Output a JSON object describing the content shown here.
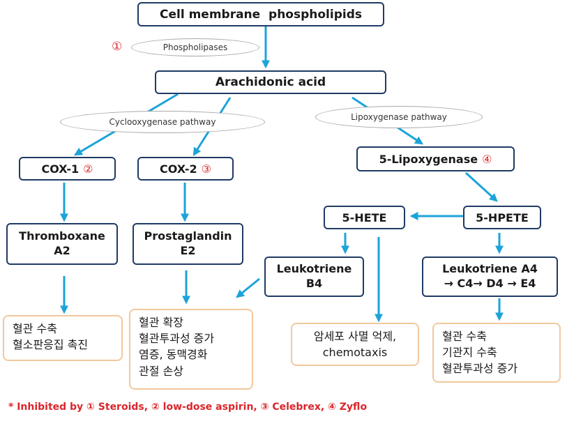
{
  "nodes": {
    "cell_membrane": "Cell membrane  phospholipids",
    "arachidonic": "Arachidonic acid",
    "cox1": {
      "label": "COX-1",
      "num": "②"
    },
    "cox2": {
      "label": "COX-2",
      "num": "③"
    },
    "lipox": {
      "label": "5-Lipoxygenase",
      "num": "④"
    },
    "thromboxane": [
      "Thromboxane",
      "A2"
    ],
    "prostaglandin": [
      "Prostaglandin",
      "E2"
    ],
    "hete": "5-HETE",
    "hpete": "5-HPETE",
    "ltb4": [
      "Leukotriene",
      "B4"
    ],
    "ltA4": [
      "Leukotriene A4",
      "→ C4→ D4 → E4"
    ]
  },
  "ellipses": {
    "phospholipases": "Phospholipases",
    "cox_pathway": "Cyclooxygenase pathway",
    "lipox_pathway": "Lipoxygenase pathway"
  },
  "marker_1": "①",
  "effects": {
    "thromboxane": [
      "혈관 수축",
      "혈소판응집 촉진"
    ],
    "prostaglandin": [
      "혈관 확장",
      "혈관투과성 증가",
      "염증, 동맥경화",
      "관절 손상"
    ],
    "hete": [
      "암세포 사멸 억제,",
      "chemotaxis"
    ],
    "leukotriene": [
      "혈관 수축",
      "기관지 수축",
      "혈관투과성 증가"
    ]
  },
  "footnote": "* Inhibited by ① Steroids, ② low-dose aspirin, ③ Celebrex, ④ Zyflo",
  "colors": {
    "arrow": "#1ca3d8",
    "box_border": "#1f3a64",
    "effect_border": "#f2c89c",
    "accent": "#d9262c"
  }
}
